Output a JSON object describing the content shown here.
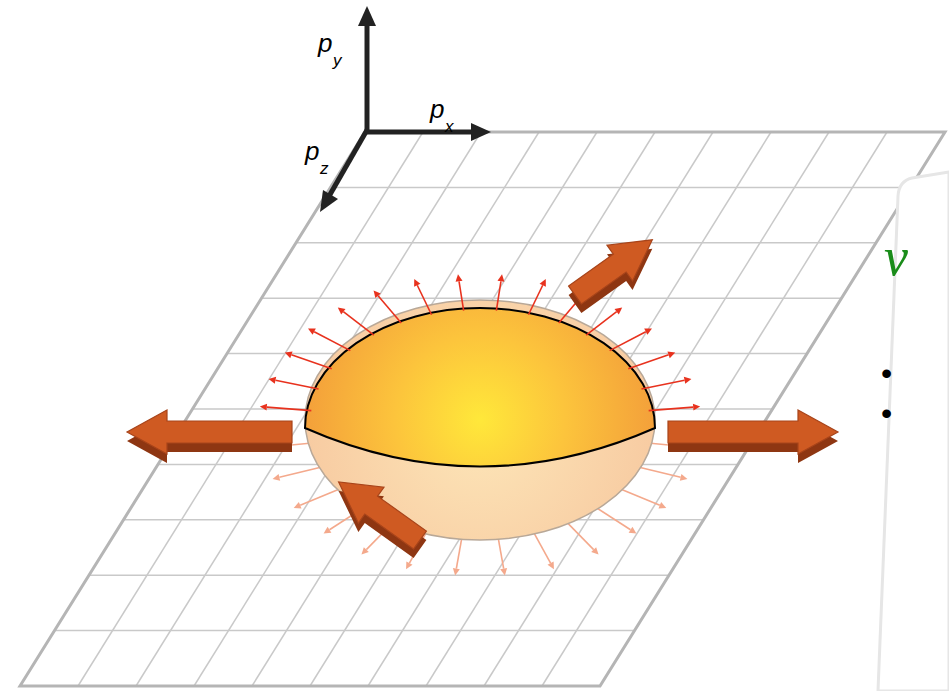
{
  "diagram": {
    "labels": [
      "p",
      "y",
      "p",
      "x",
      "p",
      "z",
      "v",
      "•",
      "•"
    ]
  }
}
